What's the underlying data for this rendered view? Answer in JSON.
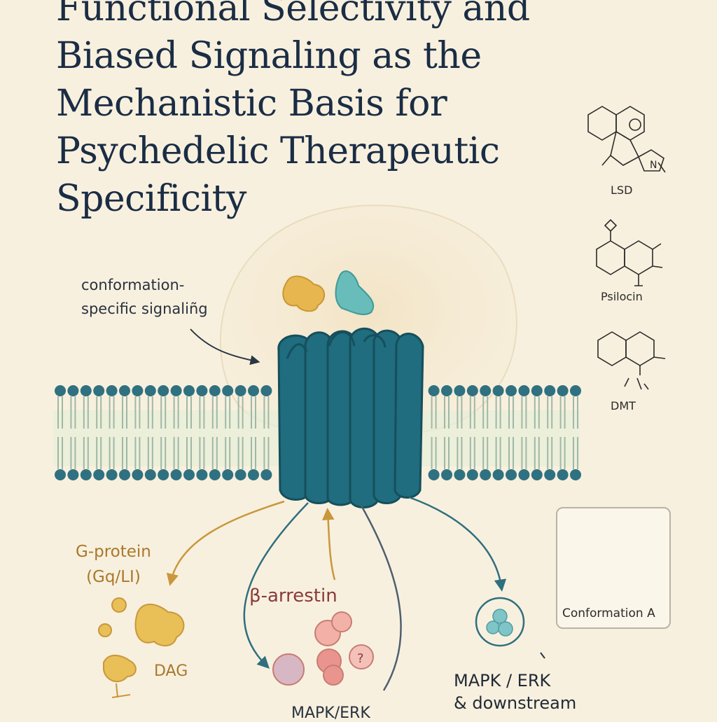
{
  "title_lines": [
    "Functional Selectivity and",
    "Biased Signaling as the",
    "Mechanistic Basis for",
    "Psychedelic Therapeutic",
    "Specificity"
  ],
  "callout": {
    "line1": "conformation-",
    "line2": "specific signaliñg"
  },
  "pathways": {
    "g_protein": {
      "line1": "G-protein",
      "line2": "(Gq/LI)"
    },
    "beta_arrestin": "β-arrestin",
    "dag": "DAG",
    "mapk_erk_left": "MAPK/ERK",
    "mapk_erk_right": {
      "line1": "MAPK / ERK",
      "line2": "& downstream"
    }
  },
  "molecules": [
    "LSD",
    "Psilocin",
    "DMT"
  ],
  "conformation_box": {
    "label": "Conformation A"
  },
  "colors": {
    "background": "#f8f0de",
    "receptor": "#1f6d7f",
    "lipid_head": "#2f7181",
    "gold": "#c9973c",
    "gold_fill": "#e9bf58",
    "teal_ligand": "#5fb6b6",
    "arrestin_fill": "#e9958d",
    "title": "#1a2d45"
  },
  "icons": [
    "brain-silhouette",
    "receptor-protein",
    "lipid-bilayer",
    "ligand-blob"
  ]
}
